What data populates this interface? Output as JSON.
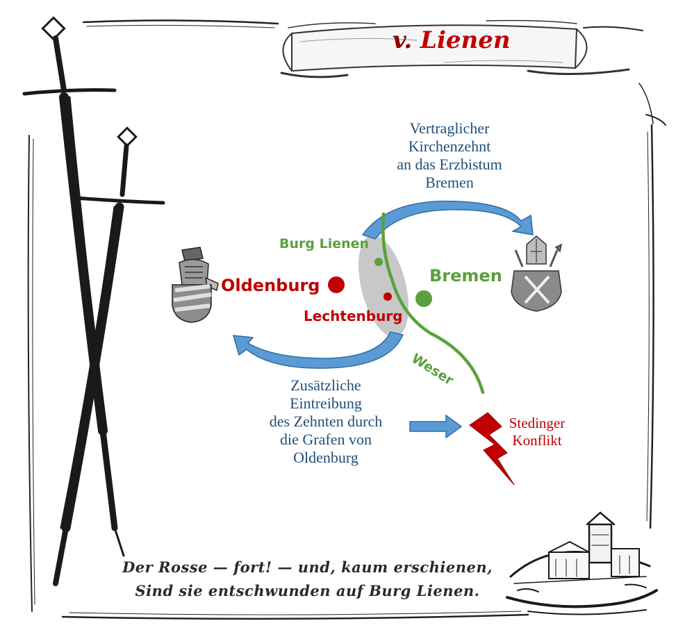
{
  "title": {
    "prefix": "v.",
    "name": "Lienen"
  },
  "top_note": [
    "Vertraglicher",
    "Kirchenzehnt",
    "an das Erzbistum",
    "Bremen"
  ],
  "bottom_note": [
    "Zusätzliche",
    "Eintreibung",
    "des Zehnten durch",
    "die Grafen von",
    "Oldenburg"
  ],
  "places": {
    "burg_lienen": "Burg Lienen",
    "oldenburg": "Oldenburg",
    "lechtenburg": "Lechtenburg",
    "bremen": "Bremen",
    "weser": "Weser"
  },
  "conflict": [
    "Stedinger",
    "Konflikt"
  ],
  "quote": [
    "Der Rosse — fort! — und, kaum erschienen,",
    "Sind sie entschwunden auf Burg Lienen."
  ],
  "colors": {
    "blue_text": "#1f4e79",
    "red": "#c00000",
    "green": "#5aa03c",
    "arrow_fill": "#5b9bd5",
    "arrow_stroke": "#2e6da4",
    "ellipse": "#c8c8c8",
    "sketch": "#1a1a1a"
  },
  "icons": [
    "sword-icon",
    "knight-helmet-crest-icon",
    "bishop-mitre-crest-icon",
    "lightning-icon",
    "castle-sketch-icon",
    "scroll-banner-icon"
  ]
}
